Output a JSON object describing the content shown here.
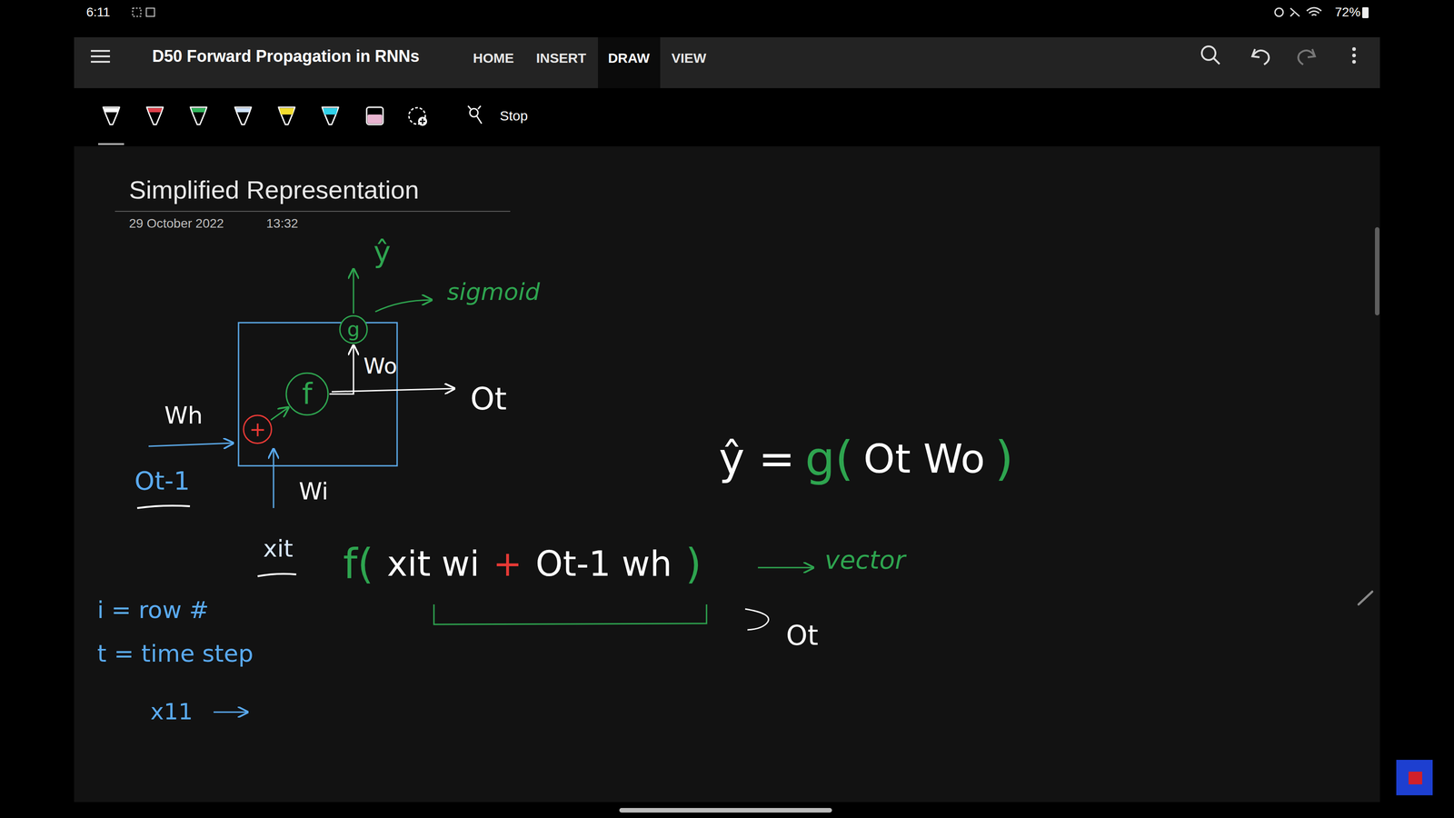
{
  "diagram": {
    "title": "Simplified Representation",
    "nodes": [
      {
        "text": [
          "+"
        ]
      },
      {
        "text": [
          "f"
        ]
      },
      {
        "text": [
          "g"
        ]
      }
    ],
    "edges": [
      {
        "from": 0,
        "to": 1,
        "arrow": "to"
      },
      {
        "from": 1,
        "to": 2,
        "arrow": "to",
        "label": "Wo"
      }
    ],
    "labels": [
      "6:11",
      "72%",
      "D50 Forward Propagation in RNNs",
      "HOME",
      "INSERT",
      "DRAW",
      "VIEW",
      "Stop",
      "29 October 2022",
      "13:32",
      "ŷ",
      "sigmoid",
      "Ot",
      "Wh",
      "Ot-1",
      "Wi",
      "xit",
      "ŷ =",
      "g(",
      "Ot Wo",
      ")",
      "f(",
      "xit wi",
      "+",
      "Ot-1 wh",
      ")",
      "vector",
      "Ot",
      "i = row #",
      "t = time step",
      "x11"
    ]
  }
}
